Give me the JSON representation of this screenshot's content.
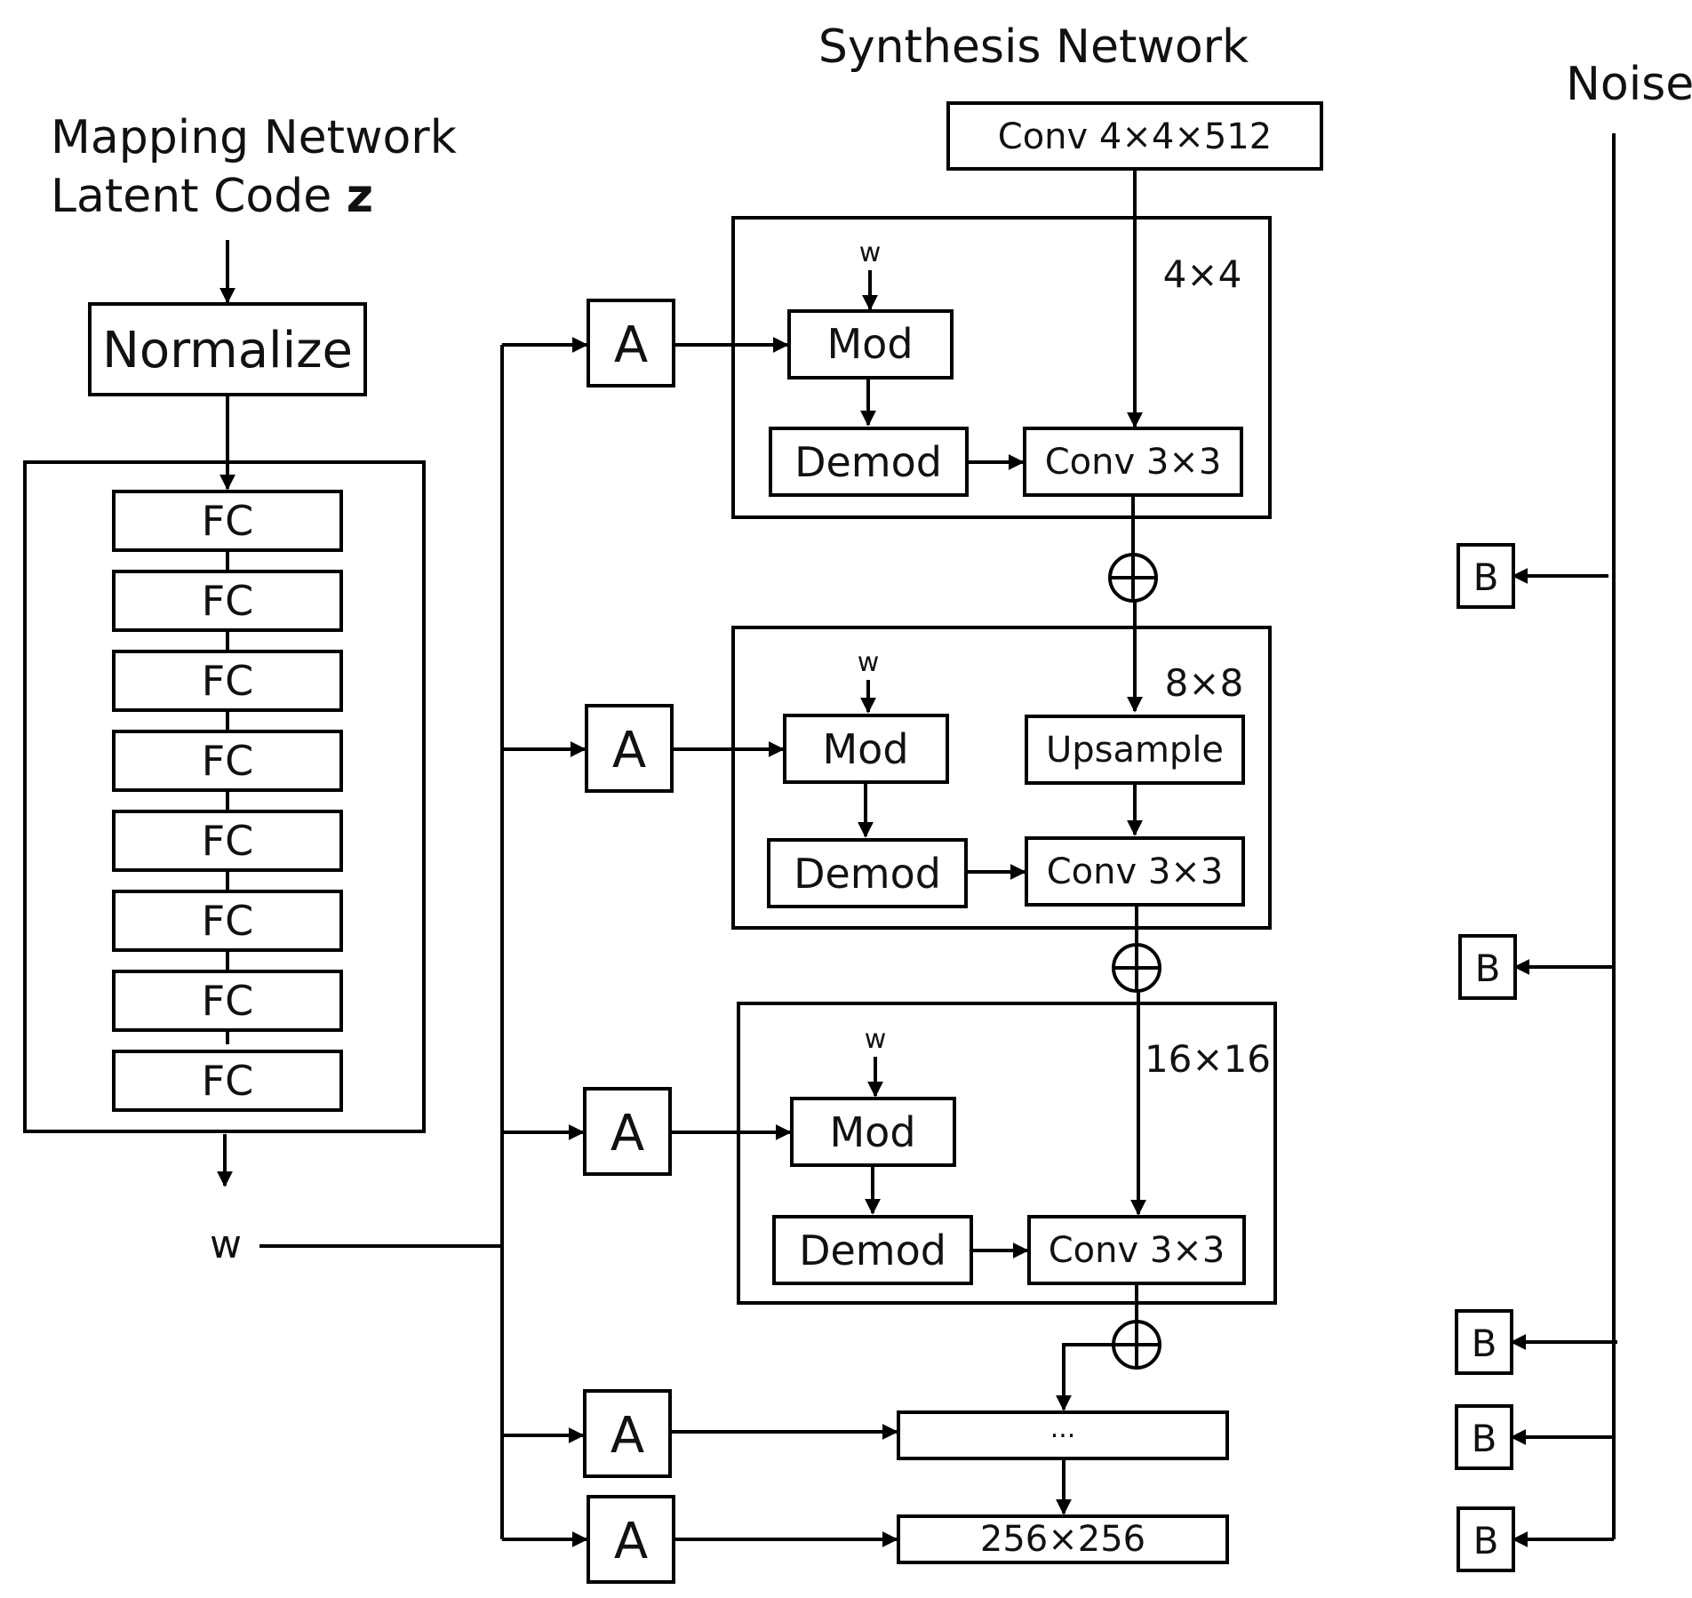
{
  "titles": {
    "mapping_line1": "Mapping Network",
    "mapping_line2_prefix": "Latent Code ",
    "mapping_line2_var": "z",
    "synthesis": "Synthesis Network",
    "noise": "Noise"
  },
  "mapping": {
    "normalize": "Normalize",
    "fc_layers": [
      "FC",
      "FC",
      "FC",
      "FC",
      "FC",
      "FC",
      "FC",
      "FC"
    ],
    "output_w": "w"
  },
  "synthesis": {
    "const": "Conv 4×4×512",
    "blocks": [
      {
        "resolution": "4×4",
        "w_label": "w",
        "mod": "Mod",
        "demod": "Demod",
        "conv": "Conv 3×3"
      },
      {
        "resolution": "8×8",
        "w_label": "w",
        "mod": "Mod",
        "demod": "Demod",
        "upsample": "Upsample",
        "conv": "Conv 3×3"
      },
      {
        "resolution": "16×16",
        "w_label": "w",
        "mod": "Mod",
        "demod": "Demod",
        "conv": "Conv 3×3"
      }
    ],
    "ellipsis": "...",
    "final": "256×256",
    "affine_label": "A",
    "noise_label": "B"
  }
}
